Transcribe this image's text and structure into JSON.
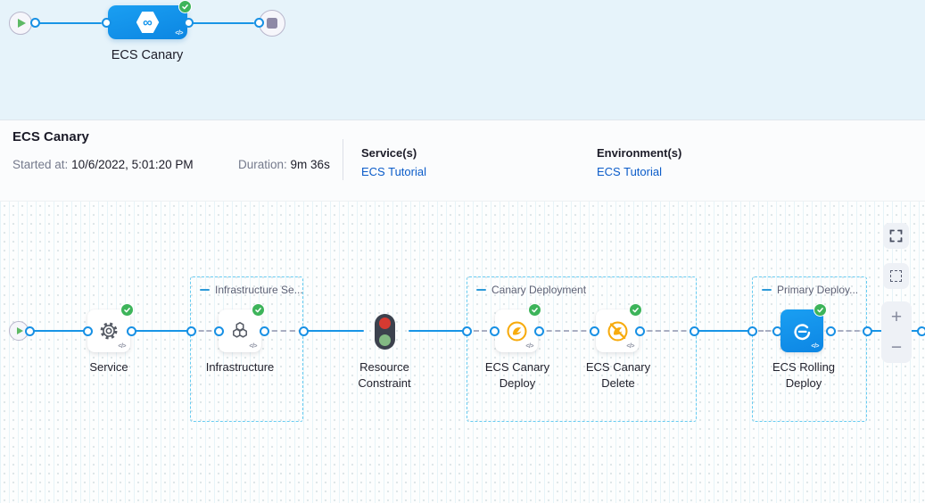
{
  "stage_bar": {
    "stage_label": "ECS Canary"
  },
  "summary": {
    "title": "ECS Canary",
    "started_label": "Started at:",
    "started_value": "10/6/2022, 5:01:20 PM",
    "duration_label": "Duration:",
    "duration_value": "9m 36s",
    "services_label": "Service(s)",
    "services_link": "ECS Tutorial",
    "environments_label": "Environment(s)",
    "environments_link": "ECS Tutorial"
  },
  "execution_graph": {
    "groups": [
      {
        "label": "Infrastructure Se..."
      },
      {
        "label": "Canary Deployment"
      },
      {
        "label": "Primary Deploy..."
      }
    ],
    "nodes": [
      {
        "id": "service",
        "label": "Service",
        "icon": "gear-icon",
        "status": "success"
      },
      {
        "id": "infrastructure",
        "label": "Infrastructure",
        "icon": "hexagon-cluster-icon",
        "status": "success"
      },
      {
        "id": "resource-constraint",
        "label": "Resource Constraint",
        "icon": "traffic-light-icon"
      },
      {
        "id": "ecs-canary-deploy",
        "label": "ECS Canary Deploy",
        "icon": "canary-bird-icon",
        "status": "success"
      },
      {
        "id": "ecs-canary-delete",
        "label": "ECS Canary Delete",
        "icon": "canary-bird-slash-icon",
        "status": "success"
      },
      {
        "id": "ecs-rolling-deploy",
        "label": "ECS Rolling Deploy",
        "icon": "ecs-service-icon",
        "status": "success"
      }
    ]
  },
  "canvas_controls": {
    "zoom_in_label": "+",
    "zoom_out_label": "−"
  },
  "glyphs": {
    "code": "</>",
    "infinity": "∞"
  },
  "colors": {
    "accent_blue": "#1895e6",
    "node_blue": "#0f93ea",
    "success_green": "#3db45a",
    "link_blue": "#0b5cc9",
    "canary_yellow": "#f7ab0e",
    "group_border": "#66cbf1",
    "panel_blue": "#e6f3fa"
  }
}
